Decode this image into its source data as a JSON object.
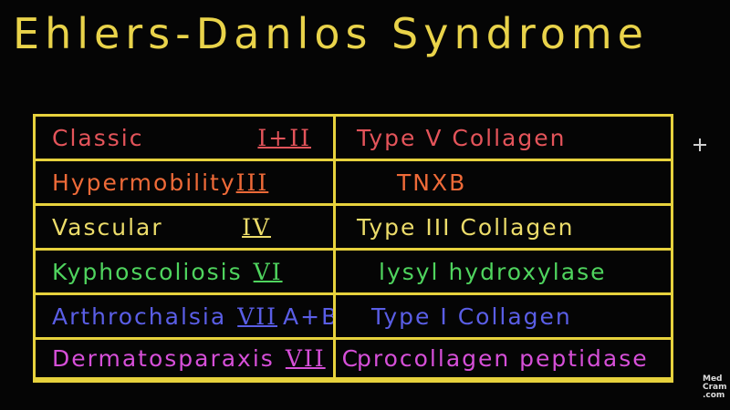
{
  "title": "Ehlers-Danlos Syndrome",
  "colors": {
    "title": "#e9d34a",
    "grid": "#e7d23d",
    "background": "#050505"
  },
  "rows": [
    {
      "type": "Classic",
      "numeral": "I+II",
      "suffix": "",
      "defect": "Type V Collagen",
      "color": "#e4545a"
    },
    {
      "type": "Hypermobility",
      "numeral": "III",
      "suffix": "",
      "defect": "TNXB",
      "color": "#ee6a38"
    },
    {
      "type": "Vascular",
      "numeral": "IV",
      "suffix": "",
      "defect": "Type III Collagen",
      "color": "#ecdc6a"
    },
    {
      "type": "Kyphoscoliosis",
      "numeral": "VI",
      "suffix": "",
      "defect": "lysyl hydroxylase",
      "color": "#4fd45e"
    },
    {
      "type": "Arthrochalsia",
      "numeral": "VII",
      "suffix": "A+B",
      "defect": "Type I Collagen",
      "color": "#5a5ee6"
    },
    {
      "type": "Dermatosparaxis",
      "numeral": "VII",
      "suffix": "C",
      "defect": "procollagen peptidase",
      "color": "#d64fd8"
    }
  ],
  "watermark": [
    "Med",
    "Cram",
    ".com"
  ]
}
